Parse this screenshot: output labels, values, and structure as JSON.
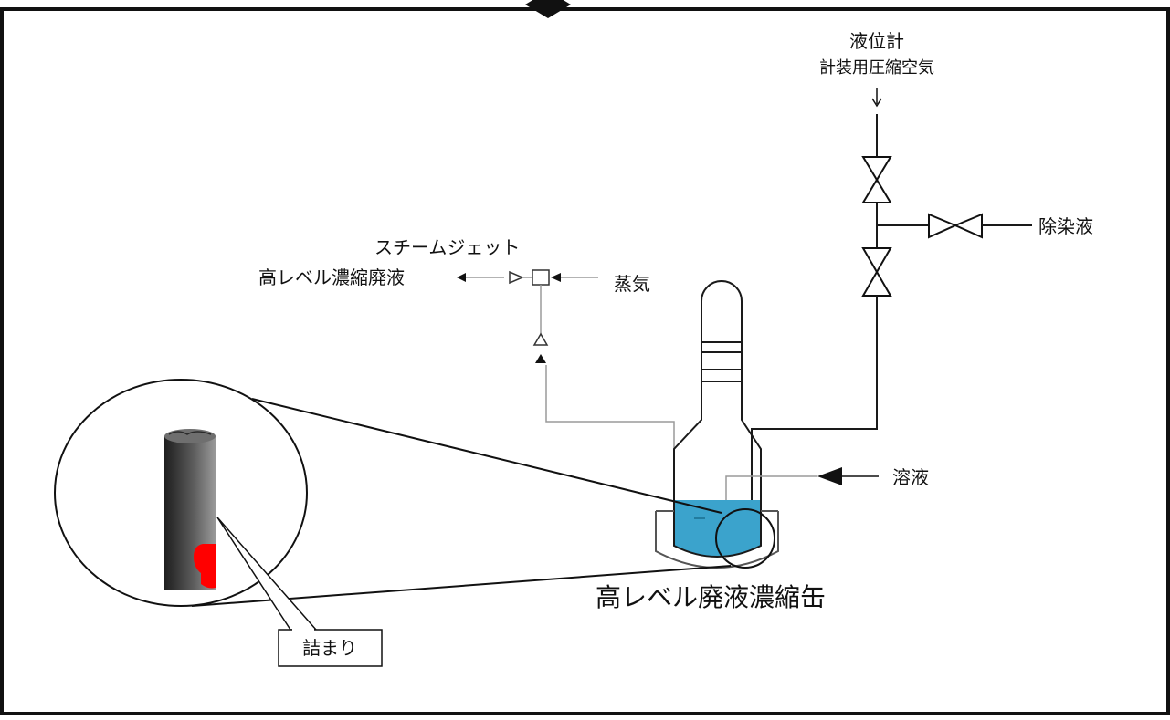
{
  "labels": {
    "level_gauge": "液位計",
    "instrument_air": "計装用圧縮空気",
    "decon_solution": "除染液",
    "steam_jet": "スチームジェット",
    "hlw_concentrate": "高レベル濃縮廃液",
    "steam": "蒸気",
    "solution": "溶液",
    "evaporator": "高レベル廃液濃縮缶",
    "clogging": "詰まり"
  },
  "colors": {
    "liquid": "#3ba3cc",
    "clog": "#ff0000",
    "pipe": "#1a1a1a",
    "thin_pipe": "#9a9a9a",
    "tube_dark": "#1e1e1e",
    "tube_light": "#8a8a8a"
  }
}
